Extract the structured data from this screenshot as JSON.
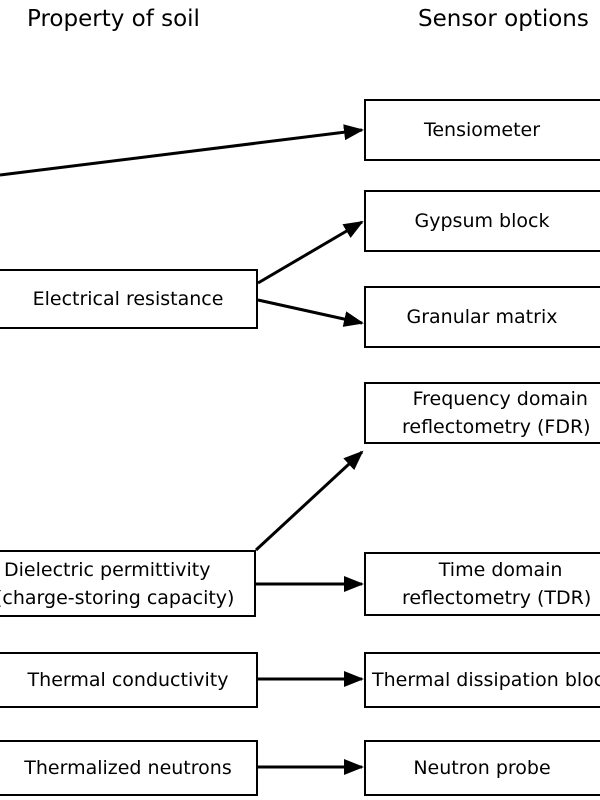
{
  "headers": {
    "left": "Property of soil",
    "right": "Sensor options"
  },
  "properties": {
    "electrical": "Electrical resistance",
    "dielectric_line1": "Dielectric permittivity",
    "dielectric_line2": "(charge-storing capacity)",
    "thermal": "Thermal conductivity",
    "neutrons": "Thermalized neutrons"
  },
  "sensors": {
    "tensiometer": "Tensiometer",
    "gypsum": "Gypsum block",
    "granular": "Granular matrix",
    "fdr_line1": "Frequency domain",
    "fdr_line2": "reflectometry (FDR)",
    "tdr_line1": "Time domain",
    "tdr_line2": "reflectometry (TDR)",
    "thermal_dissipation": "Thermal dissipation block",
    "neutron_probe": "Neutron probe"
  },
  "colors": {
    "line": "#000000",
    "background": "#ffffff"
  }
}
